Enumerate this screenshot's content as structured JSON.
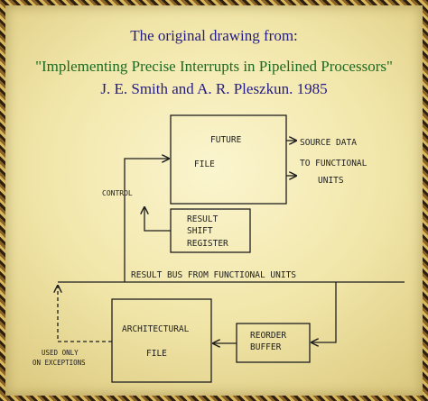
{
  "header": {
    "line1": "The original drawing from:",
    "line2": "\"Implementing Precise Interrupts in Pipelined Processors\"",
    "line3": "J. E. Smith and A. R. Pleszkun. 1985"
  },
  "diagram": {
    "future_file": [
      "FUTURE",
      "FILE"
    ],
    "result_shift_register": [
      "RESULT",
      "SHIFT",
      "REGISTER"
    ],
    "control": "CONTROL",
    "source_data": [
      "SOURCE DATA",
      "TO FUNCTIONAL",
      "UNITS"
    ],
    "result_bus": "RESULT BUS FROM FUNCTIONAL UNITS",
    "architectural_file": [
      "ARCHITECTURAL",
      "FILE"
    ],
    "reorder_buffer": [
      "REORDER",
      "BUFFER"
    ],
    "used_only": [
      "USED ONLY",
      "ON EXCEPTIONS"
    ]
  },
  "colors": {
    "title_blue": "#231b86",
    "title_green": "#1d6a23",
    "panel": "#f5ecb6",
    "ink": "#1e1e1e"
  }
}
